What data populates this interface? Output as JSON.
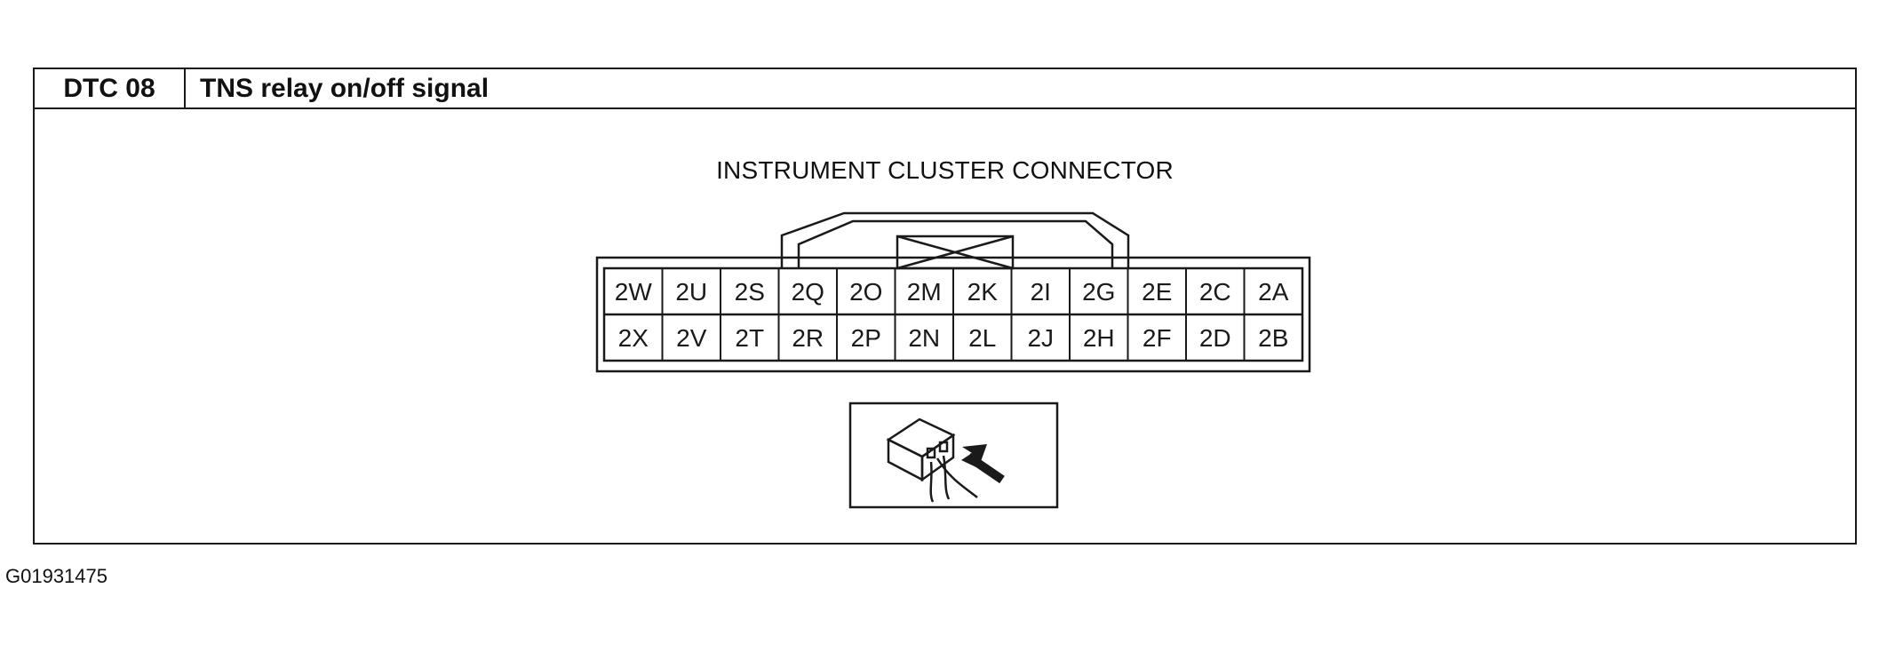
{
  "header": {
    "dtc_code": "DTC 08",
    "title": "TNS relay on/off signal"
  },
  "diagram": {
    "title": "INSTRUMENT CLUSTER CONNECTOR",
    "terminals_top": [
      "2W",
      "2U",
      "2S",
      "2Q",
      "2O",
      "2M",
      "2K",
      "2I",
      "2G",
      "2E",
      "2C",
      "2A"
    ],
    "terminals_bottom": [
      "2X",
      "2V",
      "2T",
      "2R",
      "2P",
      "2N",
      "2L",
      "2J",
      "2H",
      "2F",
      "2D",
      "2B"
    ],
    "view_icon": "harness-side-view-arrow-icon"
  },
  "footer": {
    "figure_id": "G01931475"
  },
  "colors": {
    "ink": "#1a1a1a",
    "background": "#ffffff"
  }
}
